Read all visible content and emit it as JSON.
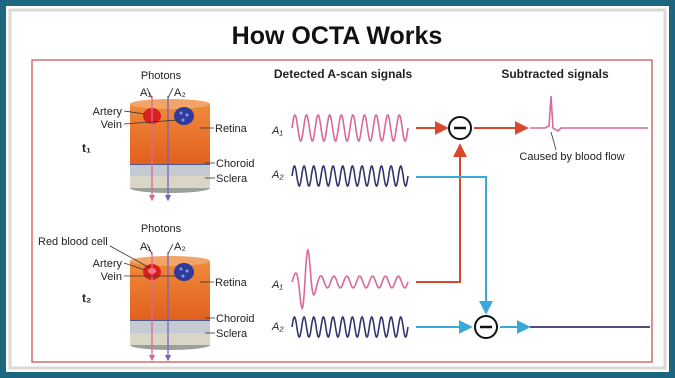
{
  "title": "How OCTA Works",
  "headers": {
    "detected": "Detected A-scan signals",
    "subtracted": "Subtracted signals"
  },
  "labels": {
    "photons": "Photons",
    "a1": "A₁",
    "a2": "A₂",
    "artery": "Artery",
    "vein": "Vein",
    "retina": "Retina",
    "choroid": "Choroid",
    "sclera": "Sclera",
    "red_blood_cell": "Red blood cell",
    "caused_by": "Caused by blood flow",
    "t1": "t₁",
    "t2": "t₂"
  },
  "colors": {
    "frame_outer": "#1c6680",
    "frame_inner": "#d9d9d9",
    "panel_border": "#c94a4a",
    "signal_a1": "#d9699b",
    "signal_a2": "#34356e",
    "arrow_red": "#d9482c",
    "arrow_blue": "#3aa8d8",
    "retina_orange": "#e86e2a",
    "artery_red": "#d92020",
    "vein_blue": "#2e3a9c"
  },
  "icons": {
    "subtract": "minus-circle-icon"
  }
}
